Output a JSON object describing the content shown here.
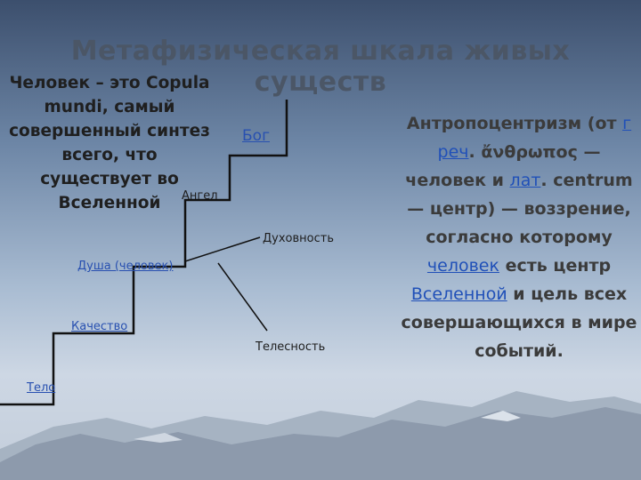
{
  "slide": {
    "title": "Метафизическая шкала живых существ",
    "intro": "Человек – это Copula mundi, самый совершенный синтез всего, что существует во Вселенной",
    "stairs": {
      "god": "Бог",
      "angel": "Ангел",
      "soul": "Душа (человек)",
      "quality": "Качество",
      "body": "Тело",
      "spirituality": "Духовность",
      "corporeality": "Телесность"
    },
    "definition": {
      "part1": "Антропоцентризм (от ",
      "link_g": "г",
      "link_rech": "реч",
      "dot1": ".",
      "part2": " ἄνθρωπος — человек и ",
      "link_lat": "лат",
      "dot2": ".",
      "part3": " centrum — центр) — воззрение, согласно которому ",
      "link_chelovek": "человек",
      "part4": " есть центр ",
      "link_vselennoy": "Вселенной",
      "part5": " и цель всех совершающихся в мире событий."
    }
  },
  "colors": {
    "link": "#2050b8",
    "title": "#4b5666",
    "text": "#1f1f1f"
  }
}
